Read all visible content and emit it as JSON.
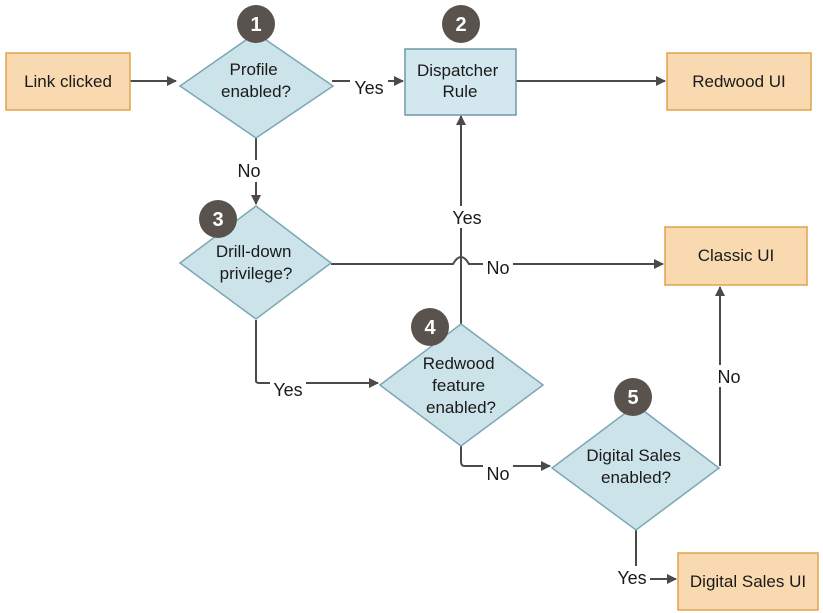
{
  "nodes": {
    "link_clicked": "Link clicked",
    "profile_enabled": [
      "Profile",
      "enabled?"
    ],
    "dispatcher_rule": [
      "Dispatcher",
      "Rule"
    ],
    "redwood_ui": "Redwood UI",
    "drilldown_privilege": [
      "Drill-down",
      "privilege?"
    ],
    "classic_ui": "Classic UI",
    "redwood_feature_enabled": [
      "Redwood",
      "feature",
      "enabled?"
    ],
    "digital_sales_enabled": [
      "Digital Sales",
      "enabled?"
    ],
    "digital_sales_ui": "Digital Sales UI"
  },
  "badges": [
    "1",
    "2",
    "3",
    "4",
    "5"
  ],
  "edge_labels": {
    "profile_yes": "Yes",
    "profile_no": "No",
    "drilldown_no": "No",
    "drilldown_yes": "Yes",
    "feature_yes": "Yes",
    "feature_no": "No",
    "digital_no": "No",
    "digital_yes": "Yes"
  },
  "colors": {
    "terminal_fill": "#f9d9b0",
    "process_fill": "#d3e7ee",
    "decision_fill": "#cde3ea",
    "badge_fill": "#5a524c"
  }
}
